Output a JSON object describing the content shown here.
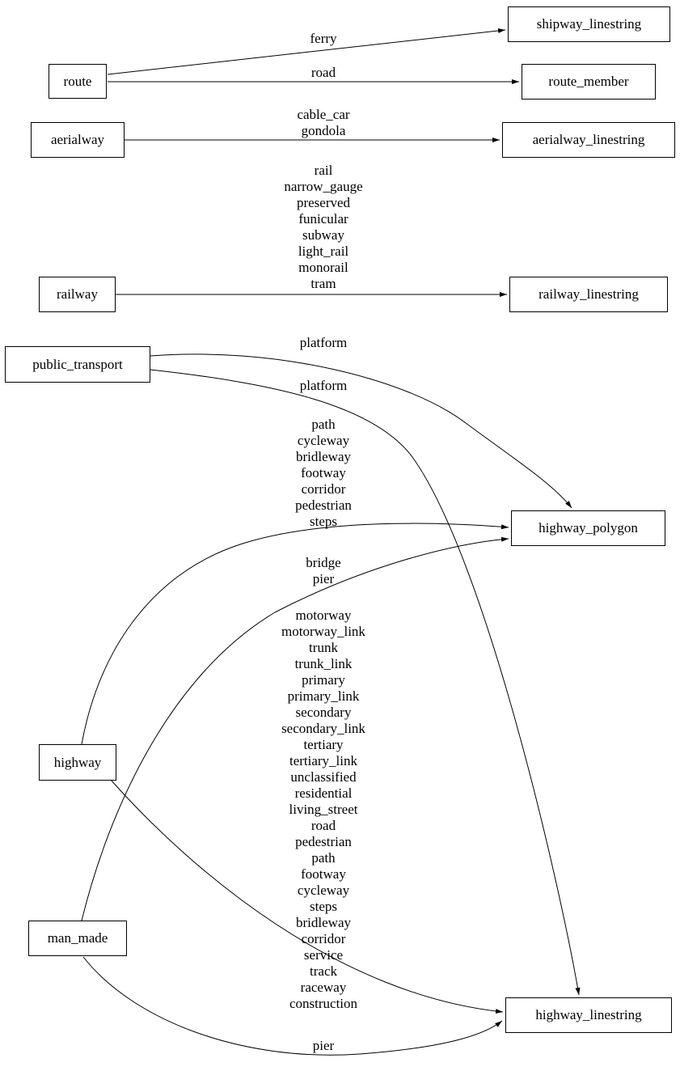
{
  "diagram": {
    "colors": {
      "stroke": "#000000",
      "background": "#ffffff",
      "text": "#000000"
    },
    "nodes": {
      "route": {
        "label": "route"
      },
      "aerialway": {
        "label": "aerialway"
      },
      "railway": {
        "label": "railway"
      },
      "public_transport": {
        "label": "public_transport"
      },
      "highway": {
        "label": "highway"
      },
      "man_made": {
        "label": "man_made"
      },
      "shipway_linestring": {
        "label": "shipway_linestring"
      },
      "route_member": {
        "label": "route_member"
      },
      "aerialway_linestring": {
        "label": "aerialway_linestring"
      },
      "railway_linestring": {
        "label": "railway_linestring"
      },
      "highway_polygon": {
        "label": "highway_polygon"
      },
      "highway_linestring": {
        "label": "highway_linestring"
      }
    },
    "edges": [
      {
        "from": "route",
        "to": "shipway_linestring",
        "label": "ferry"
      },
      {
        "from": "route",
        "to": "route_member",
        "label": "road"
      },
      {
        "from": "aerialway",
        "to": "aerialway_linestring",
        "label": "cable_car\ngondola"
      },
      {
        "from": "railway",
        "to": "railway_linestring",
        "label": "rail\nnarrow_gauge\npreserved\nfunicular\nsubway\nlight_rail\nmonorail\ntram"
      },
      {
        "from": "public_transport",
        "to": "highway_polygon",
        "label": "platform"
      },
      {
        "from": "public_transport",
        "to": "highway_linestring",
        "label": "platform"
      },
      {
        "from": "highway",
        "to": "highway_polygon",
        "label": "path\ncycleway\nbridleway\nfootway\ncorridor\npedestrian\nsteps"
      },
      {
        "from": "man_made",
        "to": "highway_polygon",
        "label": "bridge\npier"
      },
      {
        "from": "highway",
        "to": "highway_linestring",
        "label": "motorway\nmotorway_link\ntrunk\ntrunk_link\nprimary\nprimary_link\nsecondary\nsecondary_link\ntertiary\ntertiary_link\nunclassified\nresidential\nliving_street\nroad\npedestrian\npath\nfootway\ncycleway\nsteps\nbridleway\ncorridor\nservice\ntrack\nraceway\nconstruction"
      },
      {
        "from": "man_made",
        "to": "highway_linestring",
        "label": "pier"
      }
    ]
  }
}
